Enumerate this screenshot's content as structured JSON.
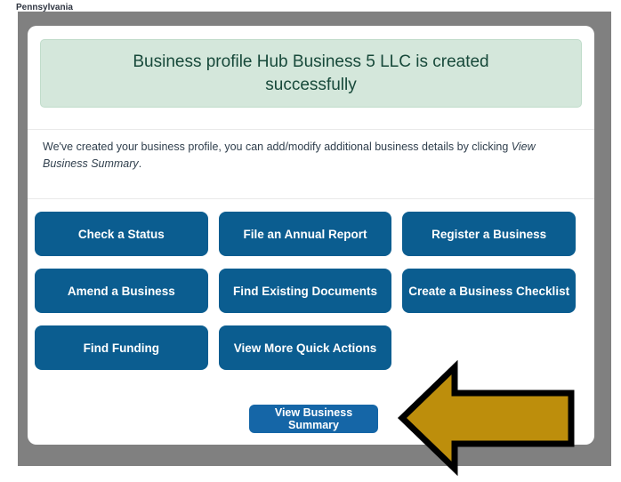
{
  "background_page": {
    "header_text": "Pennsylvania"
  },
  "modal": {
    "banner_text": "Business profile Hub Business 5 LLC is created successfully",
    "description_text": "We've created your business profile, you can add/modify additional business details by clicking ",
    "description_italic": "View Business Summary",
    "description_suffix": ".",
    "quick_actions": [
      "Check a Status",
      "File an Annual Report",
      "Register a Business",
      "Amend a Business",
      "Find Existing Documents",
      "Create a Business Checklist",
      "Find Funding",
      "View More Quick Actions"
    ],
    "footer_button_label": "View Business Summary"
  },
  "annotation": {
    "arrow_icon": "left-arrow-icon"
  },
  "colors": {
    "banner_background": "#d4e7db",
    "banner_text": "#17493a",
    "quick_action_blue": "#0b5d90",
    "footer_button_blue": "#1566a7",
    "arrow_gold": "#bd8e0c",
    "backdrop_gray": "#808080"
  }
}
